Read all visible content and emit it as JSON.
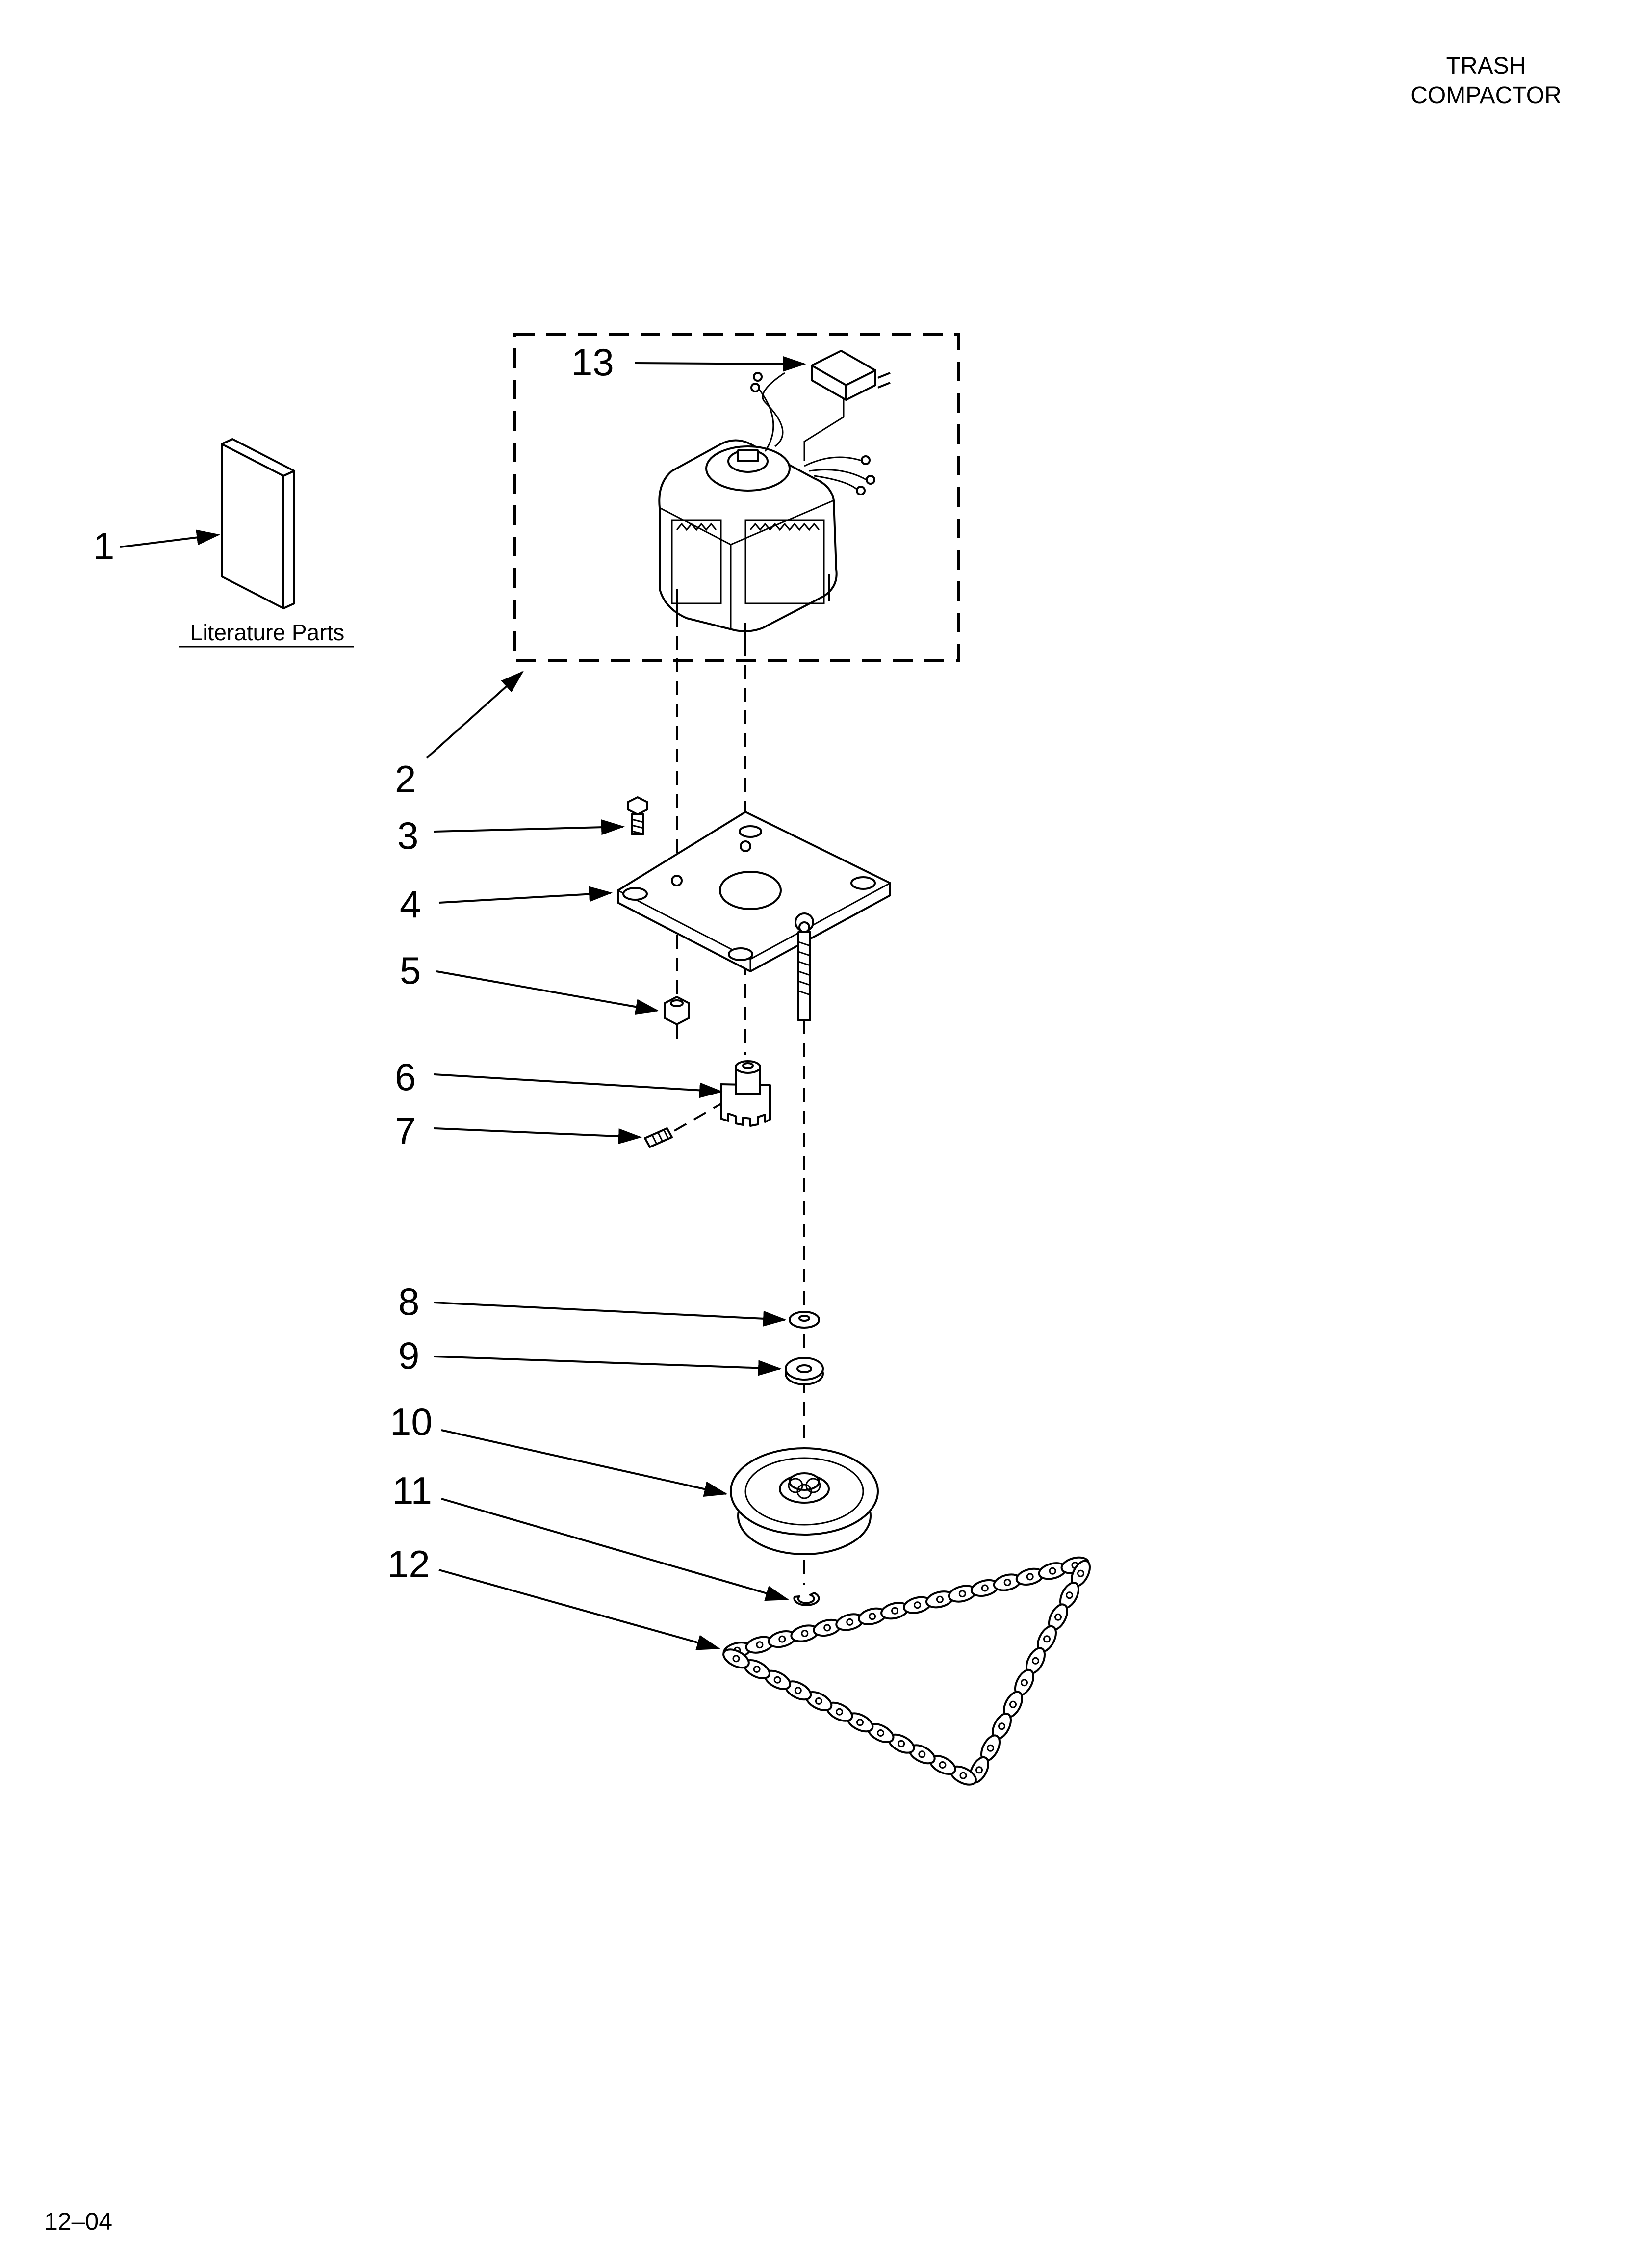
{
  "header": {
    "line1": "TRASH",
    "line2": "COMPACTOR"
  },
  "literature_label": "Literature Parts",
  "footer_code": "12–04",
  "callouts": [
    "1",
    "2",
    "3",
    "4",
    "5",
    "6",
    "7",
    "8",
    "9",
    "10",
    "11",
    "12",
    "13"
  ]
}
